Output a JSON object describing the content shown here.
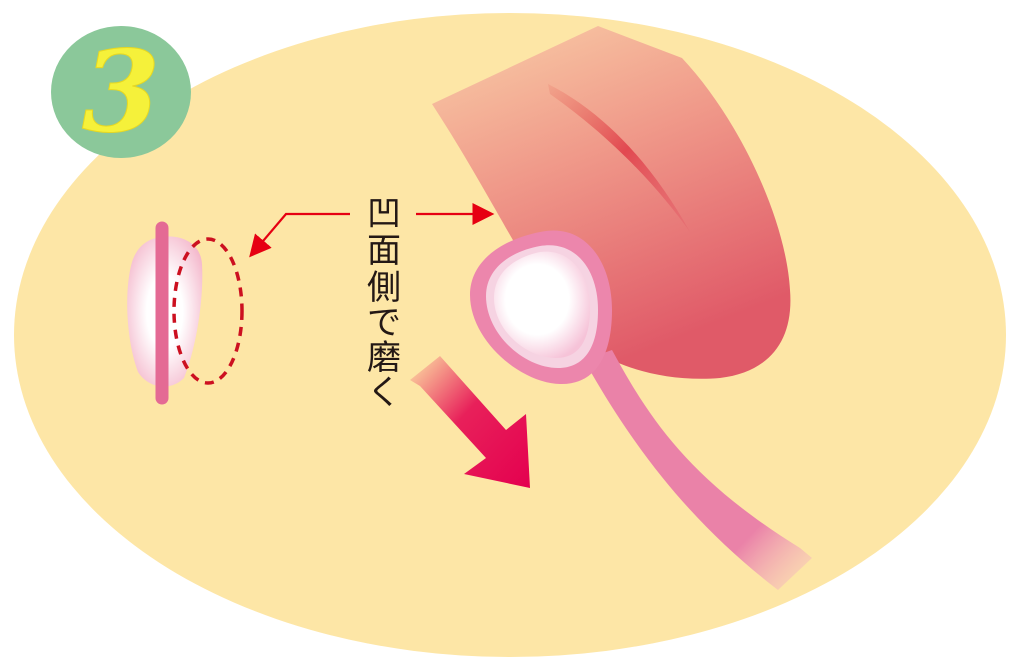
{
  "step": {
    "number": "3"
  },
  "label": {
    "chars": [
      "凹",
      "面",
      "側",
      "で",
      "磨",
      "く"
    ]
  },
  "colors": {
    "background_oval": "#fde6a6",
    "badge": "#8bc89a",
    "badge_text": "#f5f13a",
    "tongue_top": "#f7c0a0",
    "tongue_bottom": "#e0606a",
    "cleaner_rim": "#ec86ac",
    "cleaner_face": "#ffffff",
    "handle": "#ea82a8",
    "arrow": "#e4004f",
    "pointer_line": "#e60012",
    "dashed_outline": "#cc1020"
  },
  "icons": [
    "tongue-illustration",
    "tongue-cleaner-icon",
    "cleaner-side-view-icon",
    "direction-arrow-icon"
  ]
}
